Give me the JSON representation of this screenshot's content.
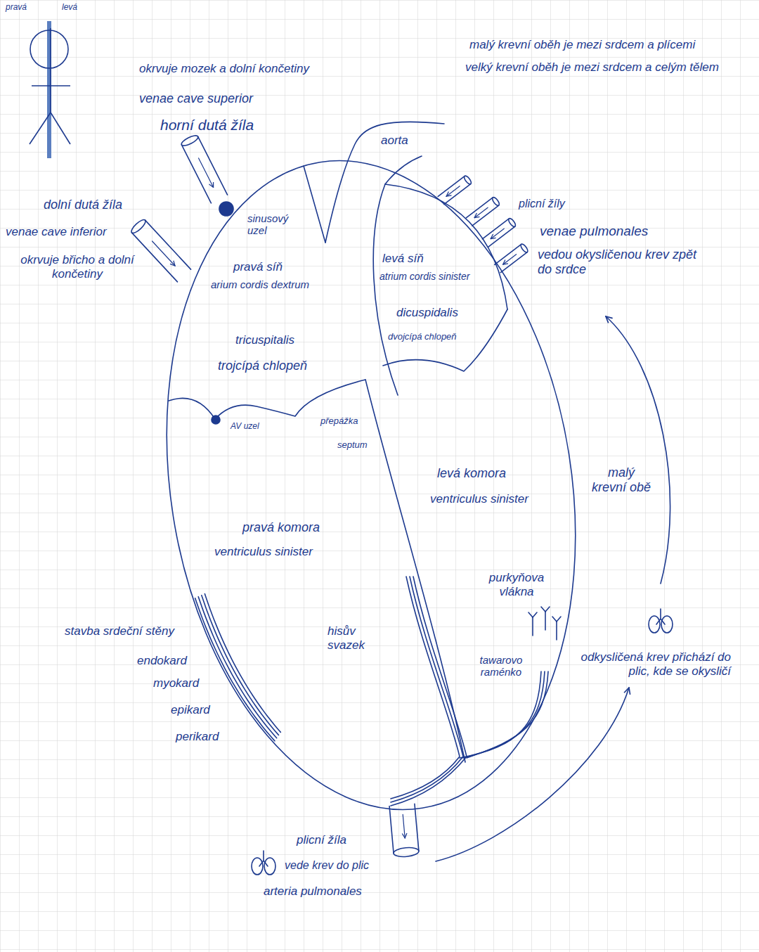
{
  "diagram": {
    "labels": [
      "pravá",
      "levá",
      "malý krevní oběh je mezi srdcem a plícemi",
      "velký krevní oběh je mezi srdcem a celým tělem",
      "okrvuje mozek a dolní končetiny",
      "venae cave superior",
      "horní dutá žíla",
      "aorta",
      "dolní dutá žíla",
      "sinusový uzel",
      "plicní žíly",
      "venae cave inferior",
      "venae pulmonales",
      "vedou okysličenou krev zpět do srdce",
      "okrvuje břicho a dolní končetiny",
      "levá síň",
      "pravá síň",
      "atrium cordis sinister",
      "arium cordis dextrum",
      "dicuspidalis",
      "tricuspitalis",
      "dvojcípá chlopeň",
      "trojcípá chlopeň",
      "AV uzel",
      "přepážka",
      "septum",
      "levá komora",
      "malý krevní obě",
      "ventriculus sinister",
      "pravá komora",
      "ventriculus sinister",
      "purkyňova vlákna",
      "stavba srdeční stěny",
      "hisův svazek",
      "odkysličená krev přichází do plic, kde se okysličí",
      "tawarovo raménko",
      "endokard",
      "myokard",
      "epikard",
      "perikard",
      "plicní žíla",
      "vede krev do plic",
      "arteria pulmonales"
    ]
  }
}
